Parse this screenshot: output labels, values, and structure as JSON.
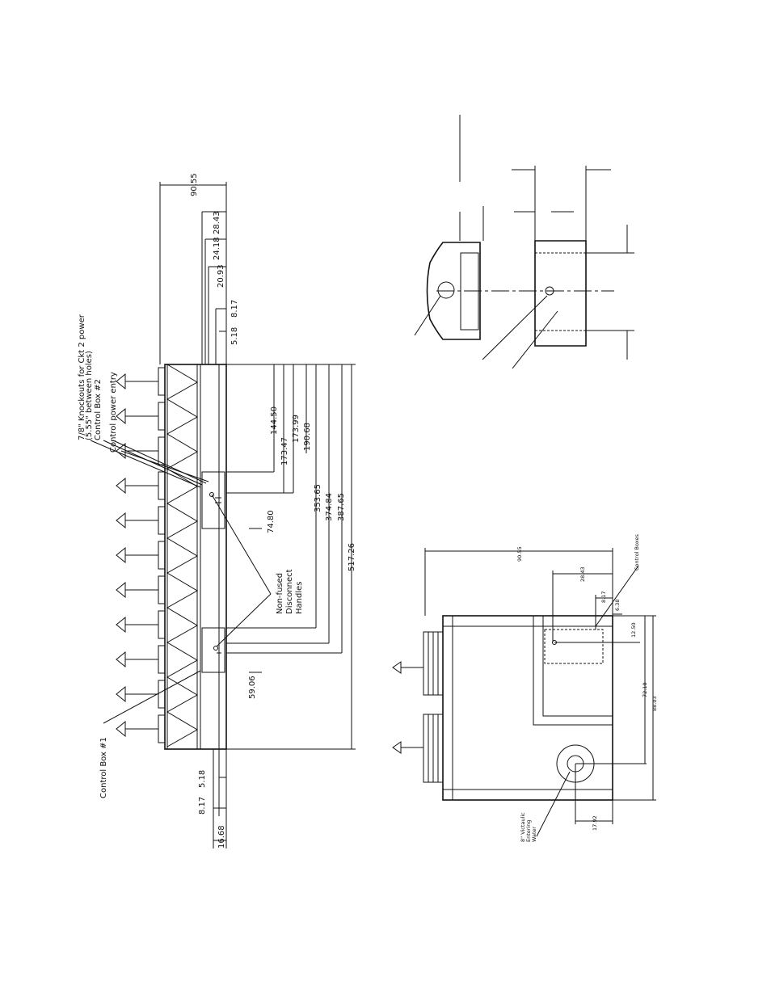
{
  "plan_view": {
    "labels": {
      "knockouts": "7/8\" Knockouts for Ckt 2 power",
      "knockouts_note": "(5.55\" between holes)",
      "control_box_2": "Control Box #2",
      "control_power": "Control power entry",
      "non_fused_1": "Non-fused",
      "non_fused_2": "Disconnect",
      "non_fused_3": "Handles",
      "control_box_1": "Control Box #1"
    },
    "dims": {
      "d90_55": "90.55",
      "d28_43": "28.43",
      "d24_18": "24.18",
      "d20_93": "20.93",
      "d8_17_top": "8.17",
      "d5_18_top": "5.18",
      "d144_50": "144.50",
      "d173_47": "173.47",
      "d173_99": "173.99",
      "d190_68": "190.68",
      "d74_80": "74.80",
      "d353_65": "353.65",
      "d374_84": "374.84",
      "d387_65": "387.65",
      "d517_26": "517.26",
      "d59_06": "59.06",
      "d5_18_bot": "5.18",
      "d8_17_bot": "8.17",
      "d16_68": "16.68"
    }
  },
  "end_view": {
    "labels": {
      "control_boxes": "Control Boxes",
      "victaulic_1": "8\" Victaulic",
      "victaulic_2": "Entering",
      "victaulic_3": "Water"
    },
    "dims": {
      "d90_55": "90.55",
      "d28_43": "28.43",
      "d8_17": "8.17",
      "d6_38": "6.38",
      "d12_50": "12.50",
      "d72_10": "72.10",
      "d88_03": "88.03",
      "d17_92": "17.92"
    }
  }
}
